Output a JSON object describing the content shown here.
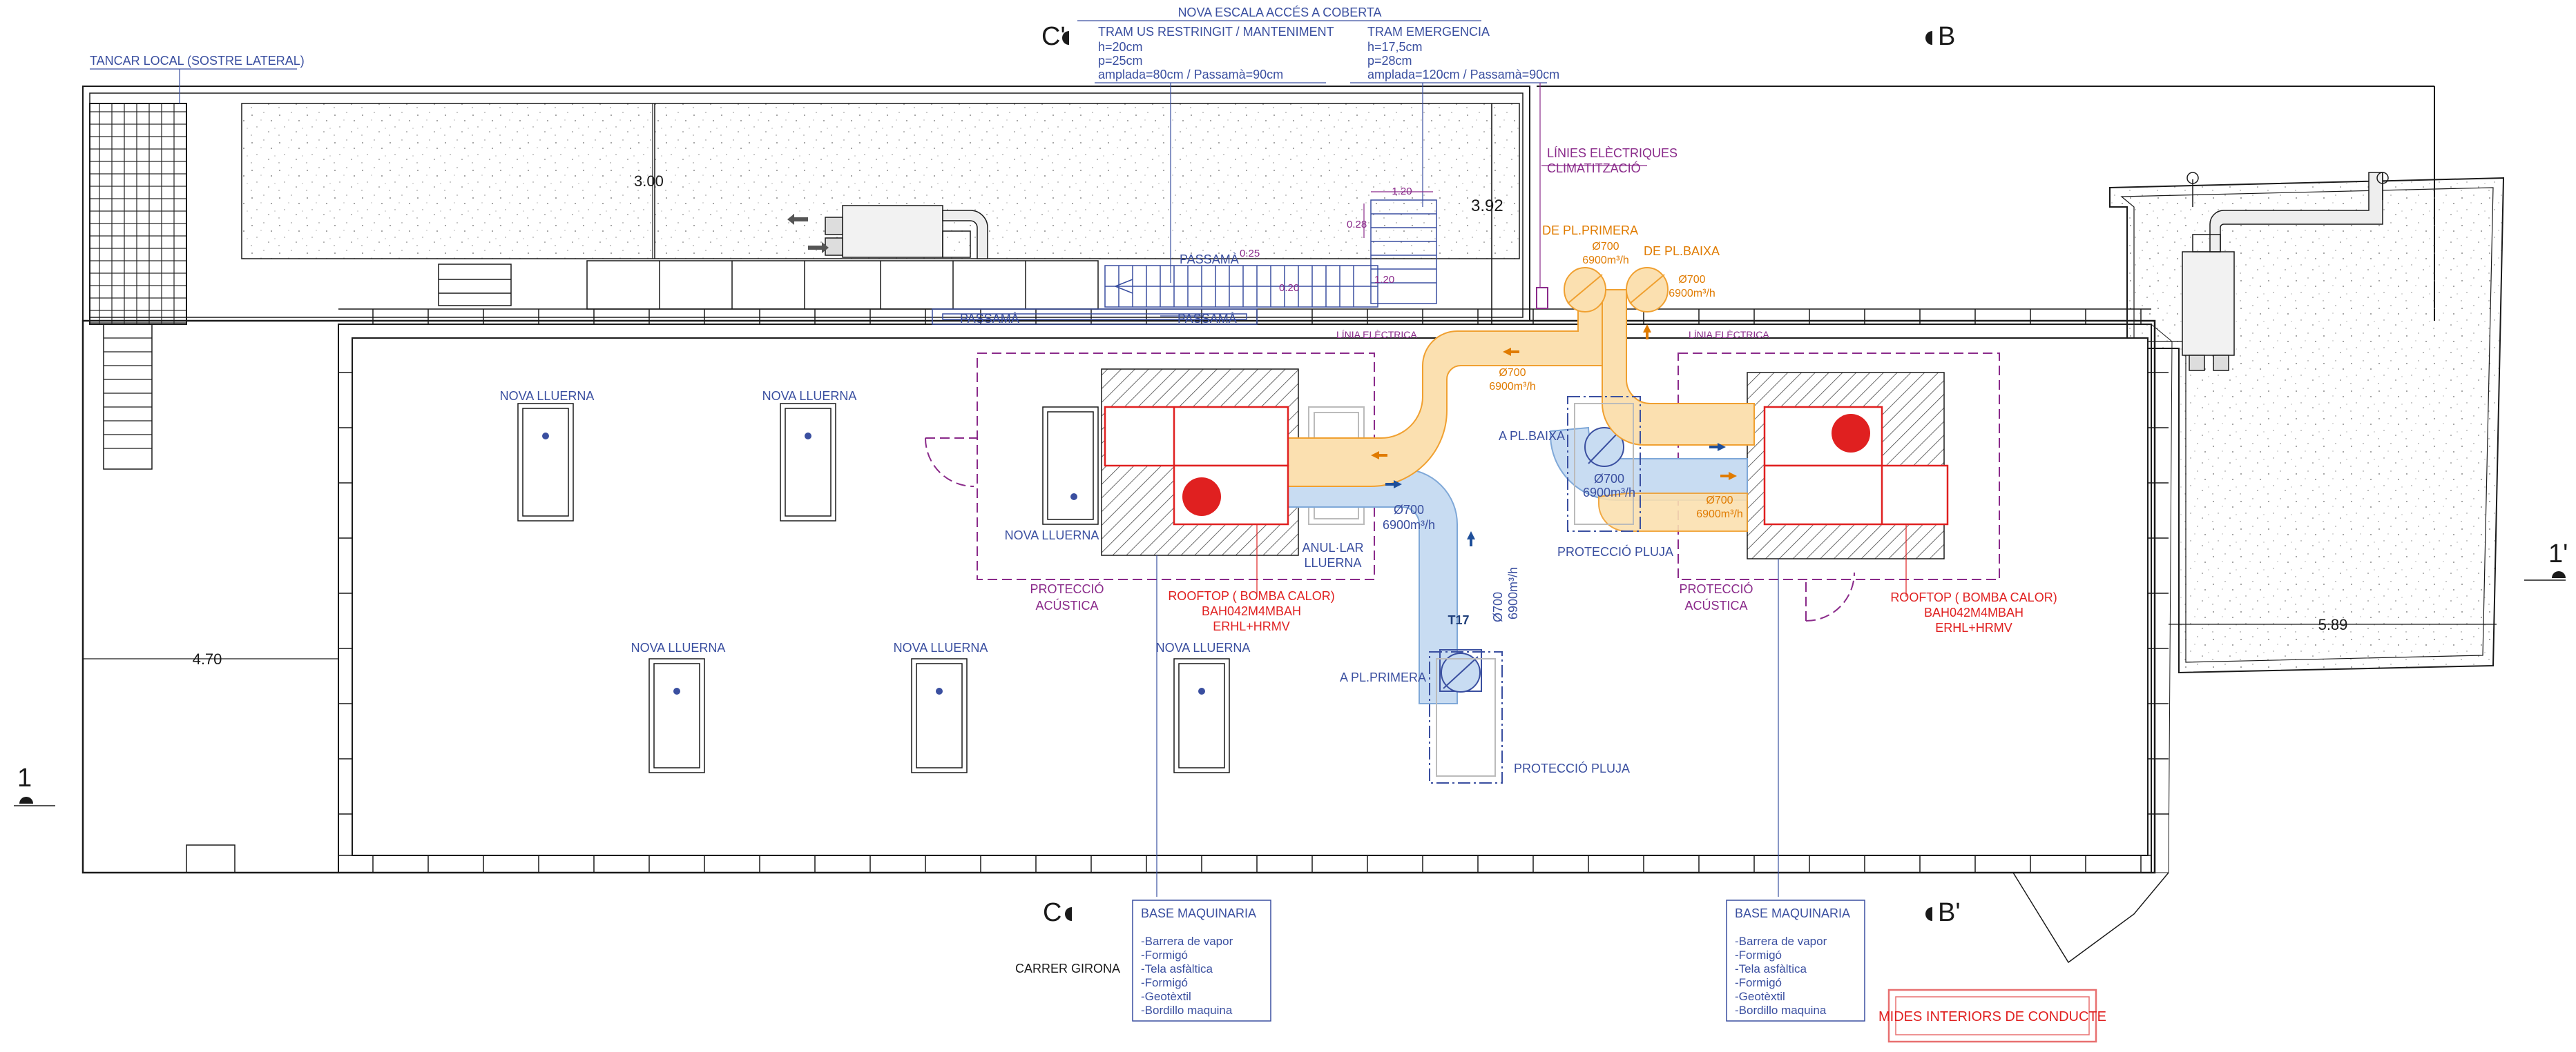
{
  "colors": {
    "line": "#1a1a1a",
    "blue": "#3a4fa0",
    "purple": "#8a2a8a",
    "orange": "#f0a030",
    "red": "#e02020",
    "duct_blue": "#7fa8d8",
    "duct_blue_fill": "#c8dcf2",
    "duct_orange_fill": "#fbe0b0"
  },
  "header": {
    "title": "NOVA ESCALA ACCÉS A COBERTA",
    "tram1": {
      "title": "TRAM US RESTRINGIT / MANTENIMENT",
      "l1": "h=20cm",
      "l2": "p=25cm",
      "l3": "amplada=80cm / Passamà=90cm"
    },
    "tram2": {
      "title": "TRAM EMERGENCIA",
      "l1": "h=17,5cm",
      "l2": "p=28cm",
      "l3": "amplada=120cm / Passamà=90cm"
    }
  },
  "section_marks": {
    "c_prime": "C'",
    "b": "B",
    "c": "C",
    "b_prime": "B'",
    "one": "1",
    "one_prime": "1'"
  },
  "labels": {
    "tancar_local": "TANCAR LOCAL (SOSTRE LATERAL)",
    "dim_300": "3.00",
    "dim_392": "3.92",
    "dim_470": "4.70",
    "dim_589": "5.89",
    "dim_120": "1.20",
    "dim_028": "0.28",
    "dim_025": "0.25",
    "dim_020": "0.20",
    "dim_120b": "1.20",
    "passama": "PASSAMÀ",
    "linies_electriques": "LÍNIES ELÈCTRIQUES",
    "climatitzacio": "CLIMATITZACIÓ",
    "de_pl_primera": "DE PL.PRIMERA",
    "de_pl_baixa": "DE PL.BAIXA",
    "linia_electrica": "LÍNIA ELÈCTRICA",
    "d700": "Ø700",
    "flow": "6900m³/h",
    "a_pl_baixa": "A PL.BAIXA",
    "a_pl_primera": "A PL.PRIMERA",
    "t17": "T17",
    "proteccio_pluja": "PROTECCIÓ PLUJA",
    "proteccio": "PROTECCIÓ",
    "acustica": "ACÚSTICA",
    "anul_lar": "ANUL·LAR",
    "lluerna": "LLUERNA",
    "nova_lluerna": "NOVA LLUERNA",
    "rooftop1": "ROOFTOP ( BOMBA CALOR)",
    "rooftop2": "BAH042M4MBAH",
    "rooftop3": "ERHL+HRMV",
    "carrer": "CARRER GIRONA",
    "mides": "MIDES INTERIORS DE CONDUCTE"
  },
  "base_maquinaria": {
    "title": "BASE MAQUINARIA",
    "items": [
      "-Barrera de vapor",
      "-Formigó",
      "-Tela asfàltica",
      "-Formigó",
      "-Geotèxtil",
      "-Bordillo maquina"
    ]
  }
}
